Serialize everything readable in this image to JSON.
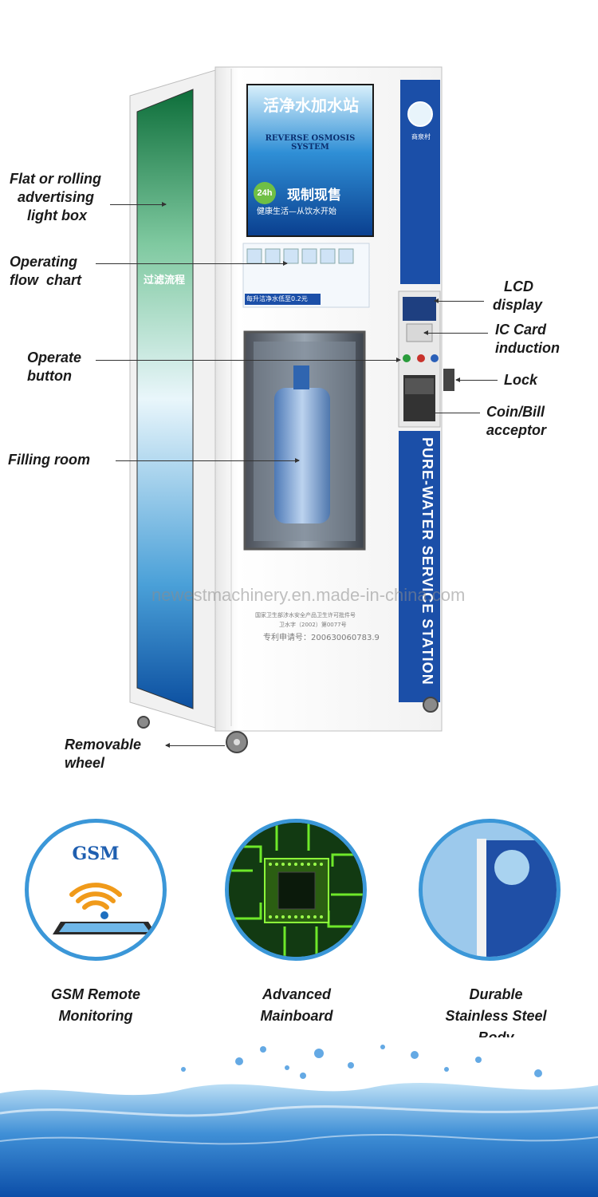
{
  "callouts": {
    "lightbox": [
      "Flat or rolling",
      "advertising",
      "light box"
    ],
    "flowchart": [
      "Operating",
      "flow  chart"
    ],
    "operate_button": [
      "Operate",
      "button"
    ],
    "filling_room": "Filling room",
    "removable_wheel": [
      "Removable",
      "wheel"
    ],
    "lcd": [
      "LCD",
      "display"
    ],
    "ic_card": [
      "IC Card",
      "induction"
    ],
    "lock": "Lock",
    "coin_bill": [
      "Coin/Bill",
      "acceptor"
    ]
  },
  "machine": {
    "top_panel_cn": "活净水加水站",
    "top_panel_en": "REVERSE OSMOSIS SYSTEM",
    "badge": "24h",
    "promo_cn": "现制现售",
    "slogan_cn": "健康生活—从饮水开始",
    "price_text": "每升洁净水低至0.2元",
    "side_panel_cn": "过滤流程",
    "side_strip_text": "PURE-WATER SERVICE STATION",
    "logo_text": "商泉村",
    "license_lines": [
      "国家卫生部涉水安全产品卫生许可批件号",
      "卫水字（2002）第0077号",
      "专利申请号：200630060783.9"
    ]
  },
  "watermark": "newestmachinery.en.made-in-china.com",
  "features": [
    {
      "icon_caption": "GSM",
      "label": [
        "GSM Remote",
        "Monitoring"
      ]
    },
    {
      "label": [
        "Advanced",
        "Mainboard"
      ]
    },
    {
      "label": [
        "Durable",
        "Stainless Steel",
        "Body"
      ]
    }
  ],
  "colors": {
    "accent_blue": "#1b4fa8",
    "circle_border": "#3b97d8",
    "water": "#2b7fd0"
  }
}
